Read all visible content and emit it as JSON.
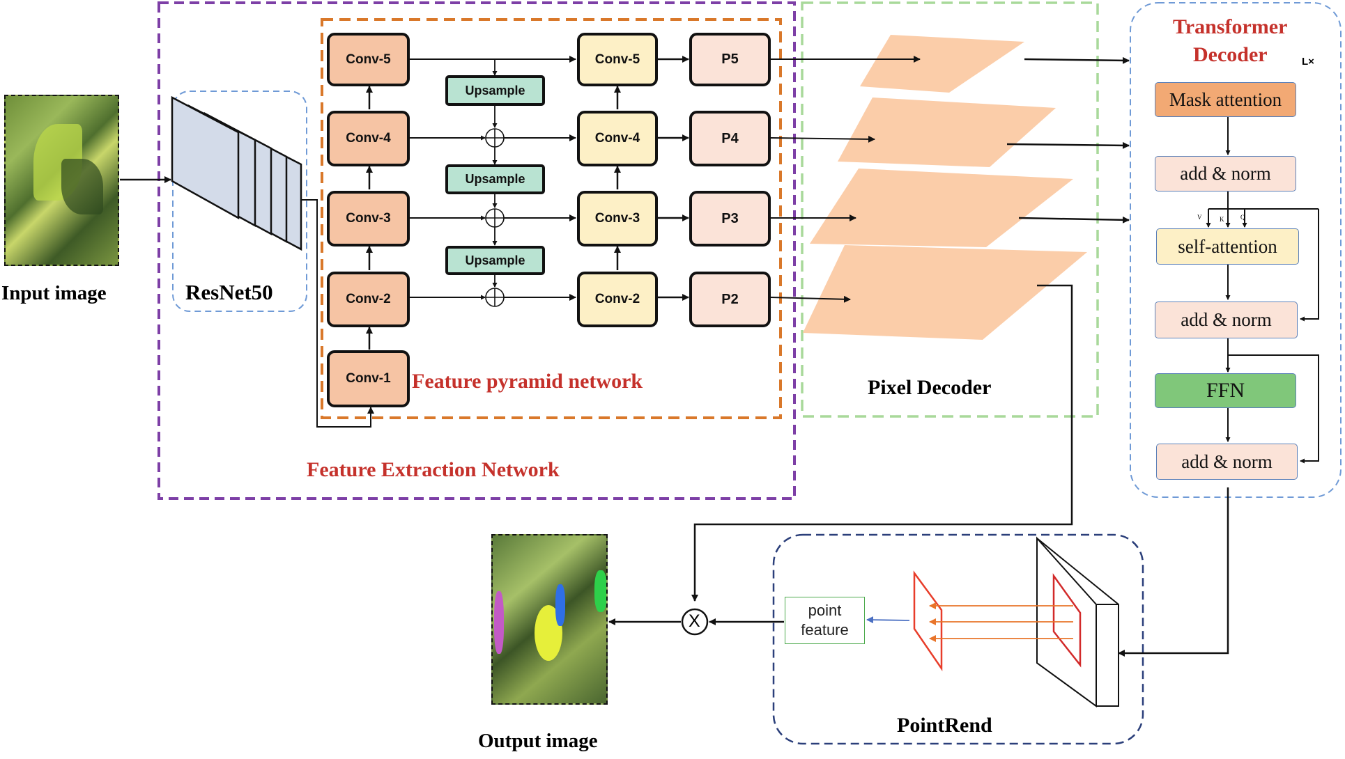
{
  "input": {
    "label": "Input image"
  },
  "output": {
    "label": "Output  image"
  },
  "backbone": {
    "label": "ResNet50"
  },
  "fpn": {
    "title": "Feature pyramid  network",
    "left_convs": [
      "Conv-5",
      "Conv-4",
      "Conv-3",
      "Conv-2",
      "Conv-1"
    ],
    "right_convs": [
      "Conv-5",
      "Conv-4",
      "Conv-3",
      "Conv-2"
    ],
    "upsample_label": "Upsample",
    "outputs": [
      "P5",
      "P4",
      "P3",
      "P2"
    ]
  },
  "feature_extraction": {
    "title": "Feature Extraction  Network"
  },
  "pixel_decoder": {
    "title": "Pixel Decoder"
  },
  "transformer_decoder": {
    "title_line1": "Transformer",
    "title_line2": "Decoder",
    "repeat": "L×",
    "blocks": [
      "Mask attention",
      "add & norm",
      "self-attention",
      "add & norm",
      "FFN",
      "add & norm"
    ],
    "qkv": [
      "V",
      "K",
      "Q"
    ]
  },
  "pointrend": {
    "title": "PointRend",
    "point_feature_line1": "point",
    "point_feature_line2": "feature"
  },
  "operators": {
    "multiply": "X"
  },
  "colors": {
    "purple_border": "#7d3fa6",
    "orange_border": "#d9782a",
    "green_border": "#a8d99a",
    "blue_border": "#6f9ad6",
    "navy_border": "#2b3f7a",
    "title_red": "#c5312b",
    "conv_orange": "#f6c4a4",
    "conv_yellow": "#fdf0c6",
    "upsample_green": "#b9e3d2",
    "ffn_green": "#80c77a",
    "mask_attention_orange": "#f2a974"
  }
}
